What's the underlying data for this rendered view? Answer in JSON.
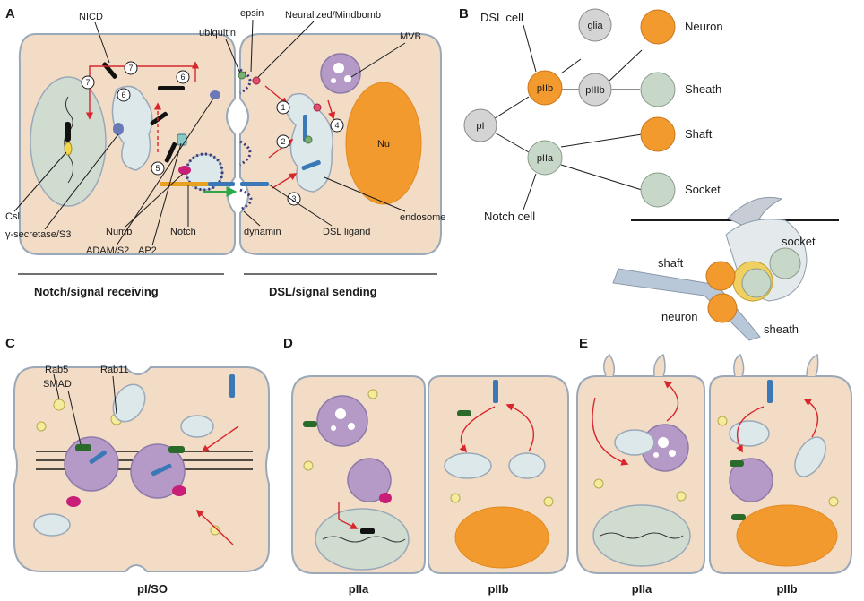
{
  "panels": {
    "A": {
      "letter": "A",
      "labels": {
        "nicd": "NICD",
        "epsin": "epsin",
        "neuralized": "Neuralized/Mindbomb",
        "ubiquitin": "ubiquitin",
        "mvb": "MVB",
        "nu": "Nu",
        "csl": "Csl",
        "gamma": "γ-secretase/S3",
        "adam": "ADAM/S2",
        "numb": "Numb",
        "ap2": "AP2",
        "notch": "Notch",
        "dynamin": "dynamin",
        "dsl_ligand": "DSL ligand",
        "endosome": "endosome"
      },
      "steps": [
        "1",
        "2",
        "3",
        "4",
        "5",
        "6",
        "6",
        "7",
        "7"
      ],
      "footer_left": "Notch/signal receiving",
      "footer_right": "DSL/signal sending"
    },
    "B": {
      "letter": "B",
      "labels": {
        "dsl_cell": "DSL cell",
        "notch_cell": "Notch cell",
        "pI": "pI",
        "pIIb": "pIIb",
        "pIIa": "pIIa",
        "pIIIb": "pIIIb",
        "glia": "glia",
        "neuron": "Neuron",
        "sheath": "Sheath",
        "shaft": "Shaft",
        "socket": "Socket",
        "organ_socket": "socket",
        "organ_shaft": "shaft",
        "organ_neuron": "neuron",
        "organ_sheath": "sheath"
      }
    },
    "C": {
      "letter": "C",
      "labels": {
        "rab5": "Rab5",
        "smad": "SMAD",
        "rab11": "Rab11"
      },
      "caption": "pI/SO"
    },
    "D": {
      "letter": "D",
      "caption_left": "pIIa",
      "caption_right": "pIIb"
    },
    "E": {
      "letter": "E",
      "caption_left": "pIIa",
      "caption_right": "pIIb"
    }
  },
  "colors": {
    "cytoplasm": "#f2dcc6",
    "membrane": "#9aa8b8",
    "neuron_orange": "#f39a2e",
    "notch_green": "#c7d8c9",
    "mvb_purple": "#b59ac8",
    "arrow_red": "#d8262c",
    "arrow_green": "#2aa84a"
  }
}
